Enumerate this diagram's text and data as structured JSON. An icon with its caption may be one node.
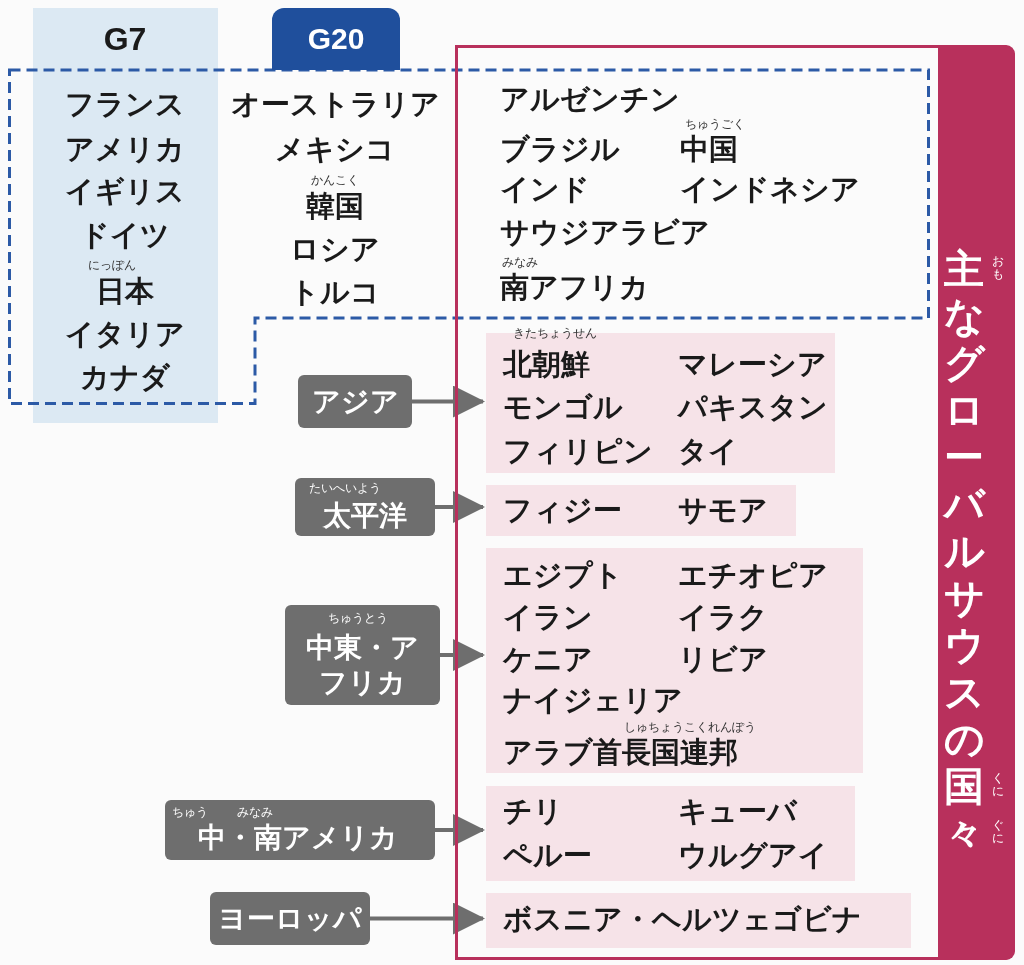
{
  "diagram": {
    "nodes": [
      {
        "text": [
          "G7",
          "フランス",
          "アメリカ",
          "イギリス",
          "ドイツ",
          "日本",
          "イタリア",
          "カナダ"
        ]
      },
      {
        "text": [
          "G20",
          "オーストラリア",
          "メキシコ",
          "韓国",
          "ロシア",
          "トルコ",
          "アルゼンチン",
          "ブラジル",
          "中国",
          "インド",
          "インドネシア",
          "サウジアラビア",
          "南アフリカ"
        ]
      },
      {
        "text": [
          "主なグローバルサウスの国々"
        ]
      },
      {
        "text": [
          "北朝鮮",
          "マレーシア",
          "モンゴル",
          "パキスタン",
          "フィリピン",
          "タイ"
        ],
        "in": 2
      },
      {
        "text": [
          "フィジー",
          "サモア"
        ],
        "in": 2
      },
      {
        "text": [
          "エジプト",
          "エチオピア",
          "イラン",
          "イラク",
          "ケニア",
          "リビア",
          "ナイジェリア",
          "アラブ首長国連邦"
        ],
        "in": 2
      },
      {
        "text": [
          "チリ",
          "キューバ",
          "ペルー",
          "ウルグアイ"
        ],
        "in": 2
      },
      {
        "text": [
          "ボスニア・ヘルツェゴビナ"
        ],
        "in": 2
      },
      {
        "text": [
          "アジア"
        ]
      },
      {
        "text": [
          "太平洋"
        ]
      },
      {
        "text": [
          "中東・アフリカ"
        ]
      },
      {
        "text": [
          "中・南アメリカ"
        ]
      },
      {
        "text": [
          "ヨーロッパ"
        ]
      }
    ],
    "edges": [
      {
        "from": 8,
        "to": 3,
        "arrow": "to"
      },
      {
        "from": 9,
        "to": 4,
        "arrow": "to"
      },
      {
        "from": 10,
        "to": 5,
        "arrow": "to"
      },
      {
        "from": 11,
        "to": 6,
        "arrow": "to"
      },
      {
        "from": 12,
        "to": 7,
        "arrow": "to"
      }
    ],
    "labels": [
      "かんこく",
      "にっぽん",
      "ちゅうごく",
      "みなみ",
      "おも",
      "くに",
      "ぐに",
      "きたちょうせん",
      "たいへいよう",
      "ちゅうとう",
      "しゅちょうこくれんぽう",
      "ちゅう",
      "みなみ"
    ]
  }
}
